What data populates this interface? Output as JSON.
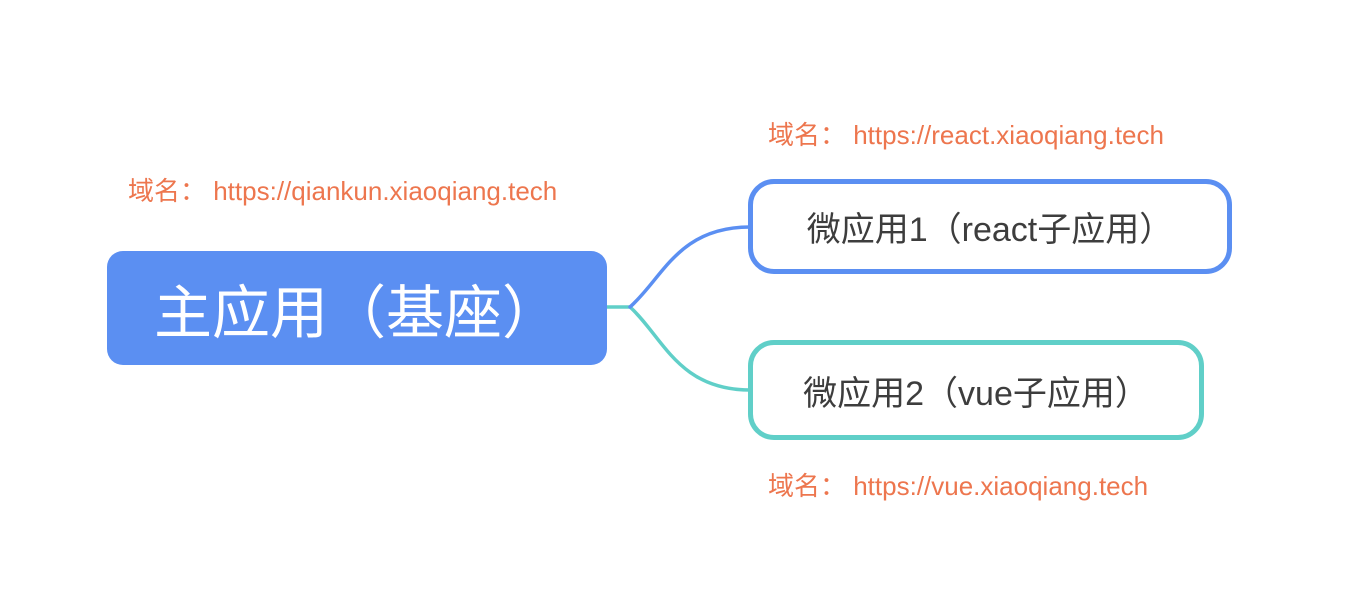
{
  "colors": {
    "blue": "#5b8ff2",
    "teal": "#60cfc8",
    "orange": "#ed764e",
    "node_text": "#3d3d3d",
    "root_text": "#ffffff",
    "canvas_bg": "#ffffff"
  },
  "mindmap": {
    "root": {
      "label": "主应用（基座）",
      "domain": "域名： https://qiankun.xiaoqiang.tech"
    },
    "children": [
      {
        "label": "微应用1（react子应用）",
        "domain": "域名： https://react.xiaoqiang.tech"
      },
      {
        "label": "微应用2（vue子应用）",
        "domain": "域名： https://vue.xiaoqiang.tech"
      }
    ]
  }
}
